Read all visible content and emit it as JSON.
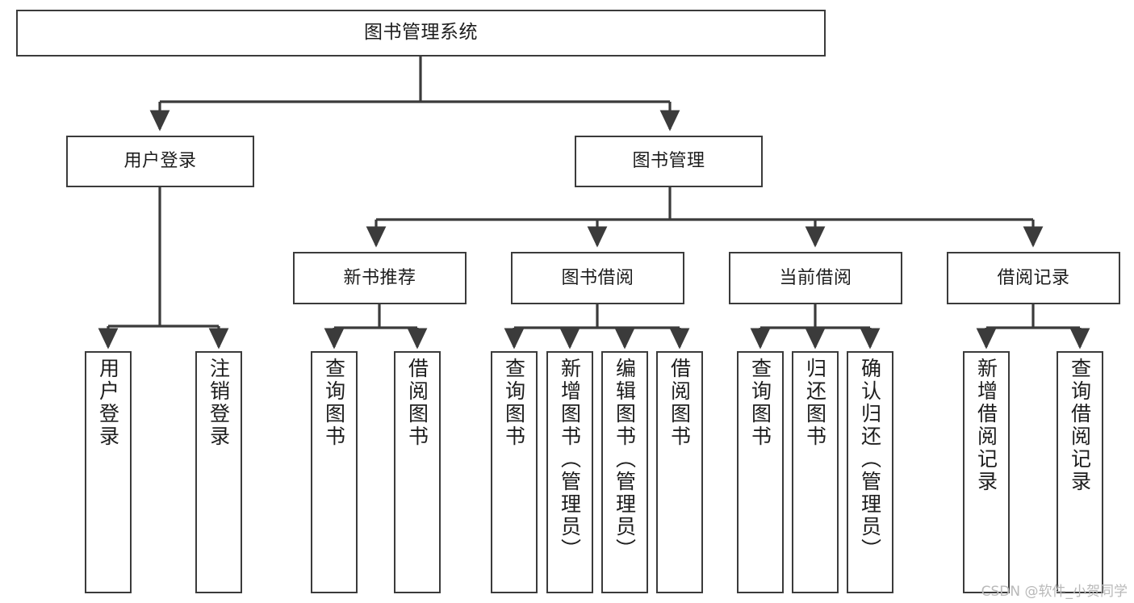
{
  "diagram": {
    "title": "图书管理系统",
    "watermark": "CSDN @软件_小贺同学",
    "edge_color": "#3b3b3b",
    "box_border_color": "#3b3b3b",
    "background": "#ffffff",
    "text_color": "#1d1d1d",
    "watermark_color": "#b9b9b9"
  },
  "nodes": {
    "root": "图书管理系统",
    "level2": {
      "user_login": "用户登录",
      "book_manage": "图书管理"
    },
    "level3": {
      "new_book_rec": "新书推荐",
      "book_borrow": "图书借阅",
      "current_borrow": "当前借阅",
      "borrow_record": "借阅记录"
    },
    "leaves": {
      "user_login_1": "用户登录",
      "user_login_2": "注销登录",
      "new_book_1": "查询图书",
      "new_book_2": "借阅图书",
      "borrow_1": "查询图书",
      "borrow_2": "新增图书（管理员）",
      "borrow_3": "编辑图书（管理员）",
      "borrow_4": "借阅图书",
      "current_1": "查询图书",
      "current_2": "归还图书",
      "current_3": "确认归还（管理员）",
      "record_1": "新增借阅记录",
      "record_2": "查询借阅记录"
    }
  },
  "chart_data": {
    "type": "tree",
    "title": "图书管理系统",
    "root": {
      "label": "图书管理系统",
      "children": [
        {
          "label": "用户登录",
          "children": [
            {
              "label": "用户登录",
              "children": []
            },
            {
              "label": "注销登录",
              "children": []
            }
          ]
        },
        {
          "label": "图书管理",
          "children": [
            {
              "label": "新书推荐",
              "children": [
                {
                  "label": "查询图书",
                  "children": []
                },
                {
                  "label": "借阅图书",
                  "children": []
                }
              ]
            },
            {
              "label": "图书借阅",
              "children": [
                {
                  "label": "查询图书",
                  "children": []
                },
                {
                  "label": "新增图书（管理员）",
                  "children": []
                },
                {
                  "label": "编辑图书（管理员）",
                  "children": []
                },
                {
                  "label": "借阅图书",
                  "children": []
                }
              ]
            },
            {
              "label": "当前借阅",
              "children": [
                {
                  "label": "查询图书",
                  "children": []
                },
                {
                  "label": "归还图书",
                  "children": []
                },
                {
                  "label": "确认归还（管理员）",
                  "children": []
                }
              ]
            },
            {
              "label": "借阅记录",
              "children": [
                {
                  "label": "新增借阅记录",
                  "children": []
                },
                {
                  "label": "查询借阅记录",
                  "children": []
                }
              ]
            }
          ]
        }
      ]
    }
  }
}
